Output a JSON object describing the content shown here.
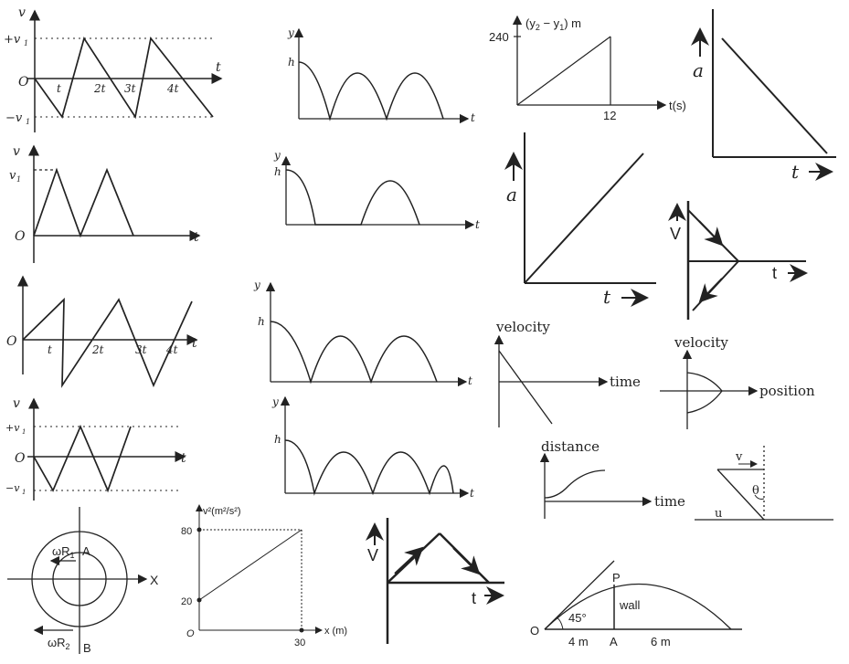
{
  "labels": {
    "v": "v",
    "t": "t",
    "y": "y",
    "h": "h",
    "O": "O",
    "a": "a",
    "V": "V",
    "p1_plus_v1": "+v",
    "p1_minus_v1": "−v",
    "sub1": "1",
    "p1_t1": "t",
    "p1_2t1": "2t",
    "p1_3t1": "3t",
    "p1_4t1": "4t",
    "p2_v1": "v",
    "p3_t1": "t",
    "p3_2t1": "2t",
    "p3_3t1": "3t",
    "p3_4t1": "4t",
    "p4_plus_v1": "+v",
    "p4_minus_v1": "−v",
    "p_y2y1_label": "(y",
    "p_y2y1_sub2": "2",
    "p_y2y1_mid": " − y",
    "p_y2y1_sub1": "1",
    "p_y2y1_end": ") m",
    "p_y2y1_240": "240",
    "p_y2y1_12": "12",
    "p_y2y1_ts": "t(s)",
    "velocity": "velocity",
    "time": "time",
    "position": "position",
    "distance": "distance",
    "v2_label": "v²(m²/s²)",
    "v2_80": "80",
    "v2_20": "20",
    "v2_30": "30",
    "v2_x": "x (m)",
    "circle_X": "X",
    "circle_wR1": "ωR",
    "circle_wR2": "ωR",
    "circle_A": "A",
    "circle_B": "B",
    "circle_r1_sub": "1",
    "circle_r2_sub": "2",
    "wall_P": "P",
    "wall": "wall",
    "wall_O": "O",
    "wall_A": "A",
    "wall_45": "45°",
    "wall_4m": "4 m",
    "wall_6m": "6 m",
    "rain_v": "v",
    "rain_u": "u",
    "rain_theta": "θ"
  }
}
